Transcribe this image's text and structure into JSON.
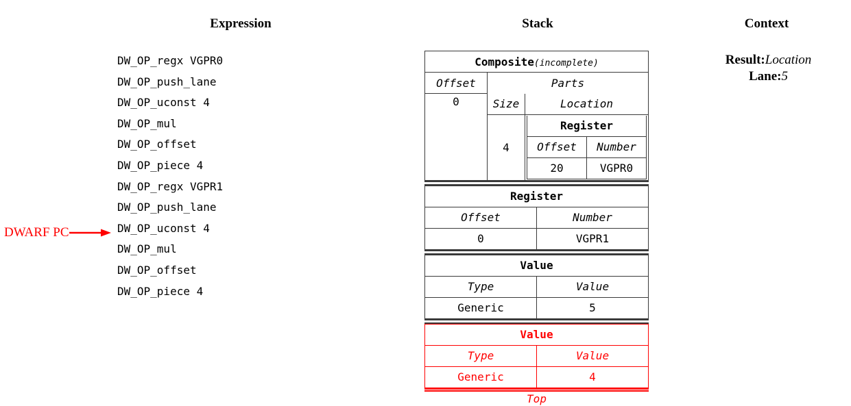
{
  "headers": {
    "expression": "Expression",
    "stack": "Stack",
    "context": "Context"
  },
  "expression": {
    "lines": [
      "DW_OP_regx VGPR0",
      "DW_OP_push_lane",
      "DW_OP_uconst 4",
      "DW_OP_mul",
      "DW_OP_offset",
      "DW_OP_piece 4",
      "DW_OP_regx VGPR1",
      "DW_OP_push_lane",
      "DW_OP_uconst 4",
      "DW_OP_mul",
      "DW_OP_offset",
      "DW_OP_piece 4"
    ],
    "pc_marker": {
      "label": "DWARF PC",
      "points_at_line_index": 9,
      "color": "#ff0000"
    }
  },
  "stack": {
    "top_label": "Top",
    "highlight_color": "#ff0000",
    "entries": [
      {
        "kind": "composite",
        "title": "Composite",
        "title_suffix": "(incomplete)",
        "offset_header": "Offset",
        "offset_value": "0",
        "parts_header": "Parts",
        "size_header": "Size",
        "location_header": "Location",
        "part": {
          "size": "4",
          "location": {
            "title": "Register",
            "col1_header": "Offset",
            "col2_header": "Number",
            "col1_value": "20",
            "col2_value": "VGPR0"
          }
        }
      },
      {
        "kind": "register",
        "title": "Register",
        "col1_header": "Offset",
        "col2_header": "Number",
        "col1_value": "0",
        "col2_value": "VGPR1"
      },
      {
        "kind": "value",
        "title": "Value",
        "col1_header": "Type",
        "col2_header": "Value",
        "col1_value": "Generic",
        "col2_value": "5"
      },
      {
        "kind": "value",
        "title": "Value",
        "col1_header": "Type",
        "col2_header": "Value",
        "col1_value": "Generic",
        "col2_value": "4",
        "highlighted": true
      }
    ]
  },
  "context": {
    "result_key": "Result:",
    "result_value": "Location",
    "lane_key": "Lane:",
    "lane_value": "5"
  }
}
